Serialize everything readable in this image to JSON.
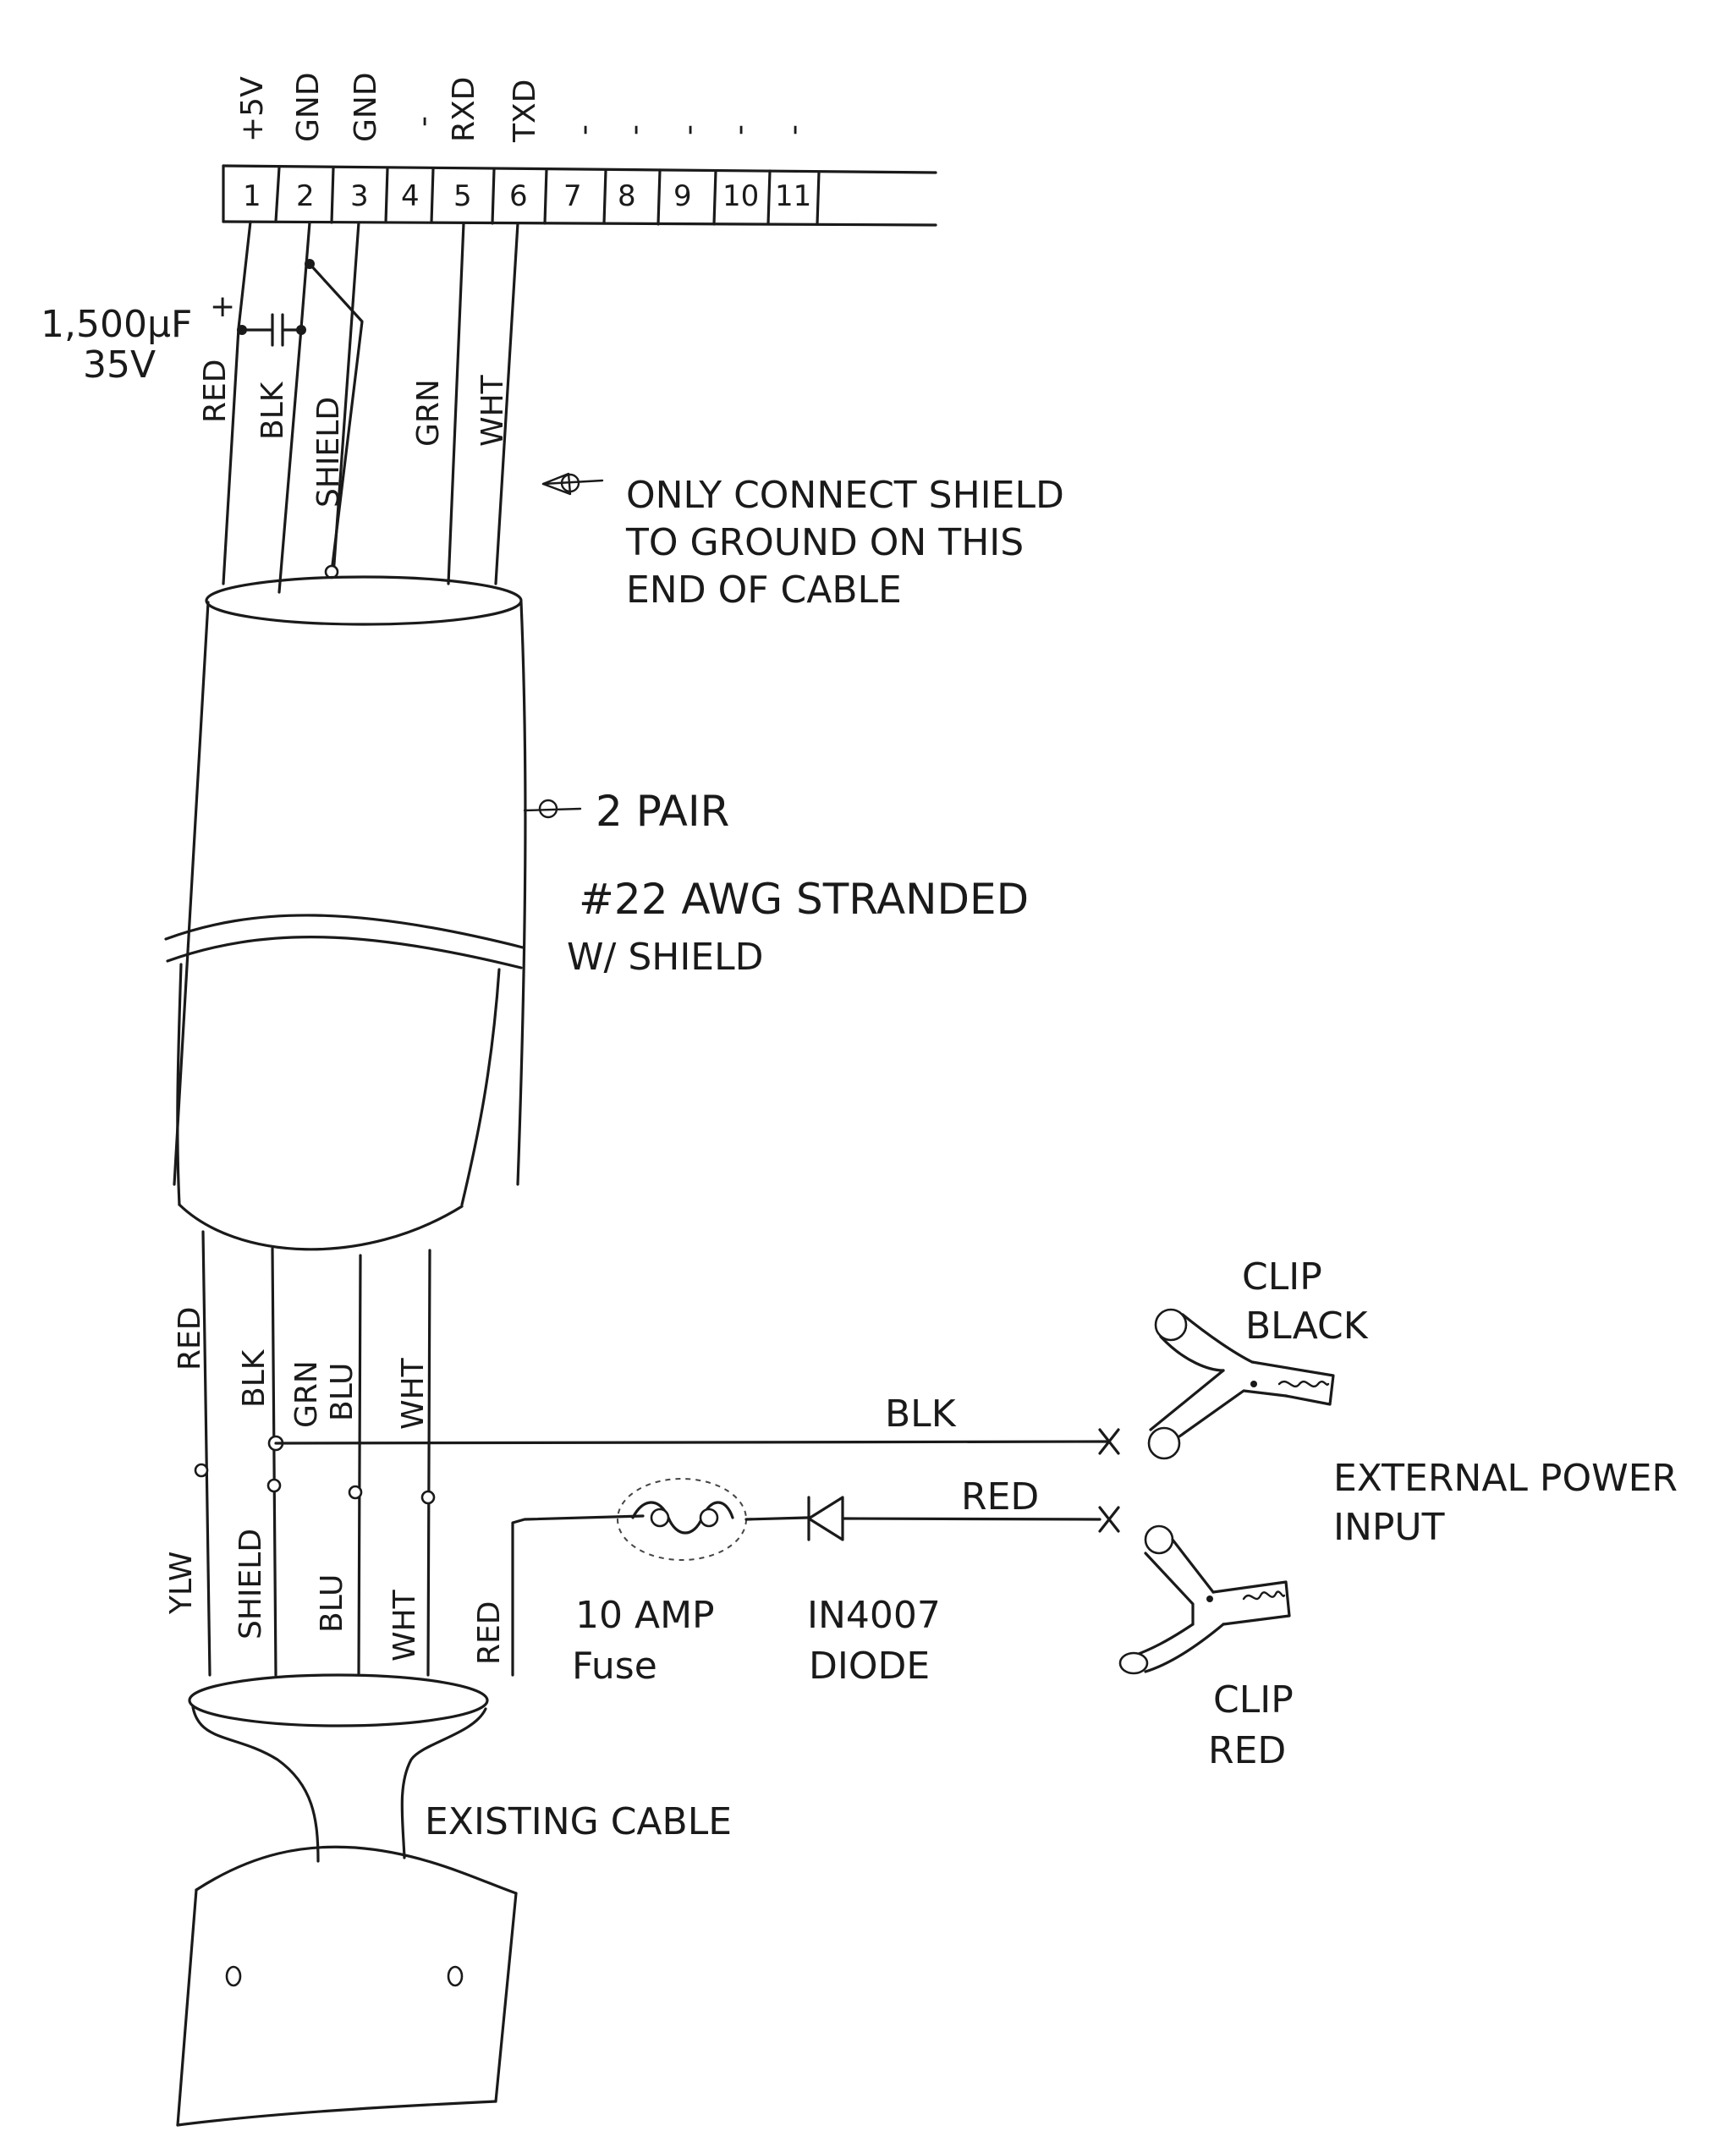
{
  "connector": {
    "signals": [
      "+5V",
      "GND",
      "GND",
      "-",
      "RXD",
      "TXD",
      "-",
      "-",
      "-",
      "-",
      "-"
    ],
    "pins": [
      "1",
      "2",
      "3",
      "4",
      "5",
      "6",
      "7",
      "8",
      "9",
      "10",
      "11"
    ]
  },
  "capacitor": {
    "value": "1,500μF",
    "voltage": "35V",
    "polarity": "+"
  },
  "upper_wires": [
    "RED",
    "BLK",
    "SHIELD",
    "GRN",
    "WHT"
  ],
  "notes": {
    "shield_note": [
      "ONLY CONNECT SHIELD",
      "TO GROUND ON THIS",
      "END OF CABLE"
    ],
    "cable_note": [
      "2 PAIR",
      "#22 AWG STRANDED",
      "W/ SHIELD"
    ]
  },
  "lower_wires_top": [
    "RED",
    "BLK",
    "GRN",
    "BLU",
    "WHT"
  ],
  "lower_wires_bottom": [
    "YLW",
    "SHIELD",
    "BLU",
    "WHT",
    "RED"
  ],
  "power": {
    "blk_wire": "BLK",
    "red_wire": "RED",
    "fuse": [
      "10 AMP",
      "Fuse"
    ],
    "diode": [
      "IN4007",
      "DIODE"
    ],
    "clip_black": [
      "CLIP",
      "BLACK"
    ],
    "clip_red": [
      "CLIP",
      "RED"
    ],
    "external": [
      "EXTERNAL POWER",
      "INPUT"
    ]
  },
  "existing_cable": "EXISTING CABLE"
}
